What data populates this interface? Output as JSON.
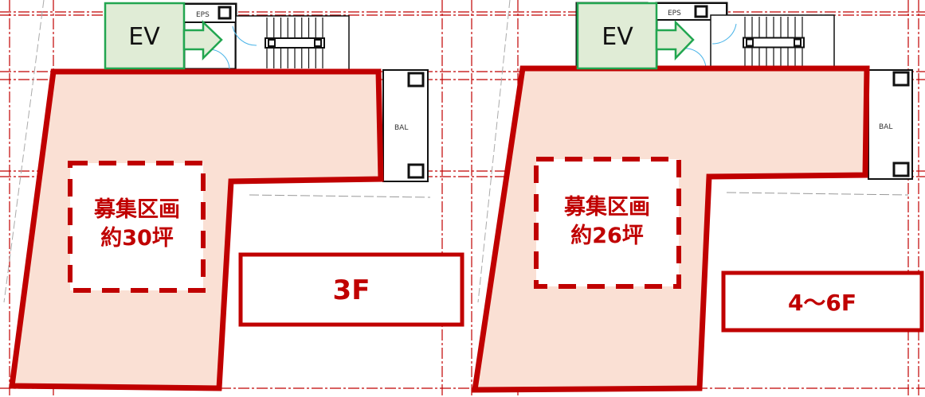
{
  "colors": {
    "accent_red": "#c00000",
    "area_fill": "#fae0d4",
    "ev_fill": "#e0ecd6",
    "ev_border": "#22a650",
    "grid": "#c00000",
    "door": "#4ab4e8"
  },
  "panels": [
    {
      "floor_label": "3F",
      "ev_label": "EV",
      "eps_label": "EPS",
      "bal_label": "BAL",
      "area_title": "募集区画",
      "area_size": "約30坪"
    },
    {
      "floor_label": "4〜6F",
      "ev_label": "EV",
      "eps_label": "EPS",
      "bal_label": "BAL",
      "area_title": "募集区画",
      "area_size": "約26坪"
    }
  ]
}
